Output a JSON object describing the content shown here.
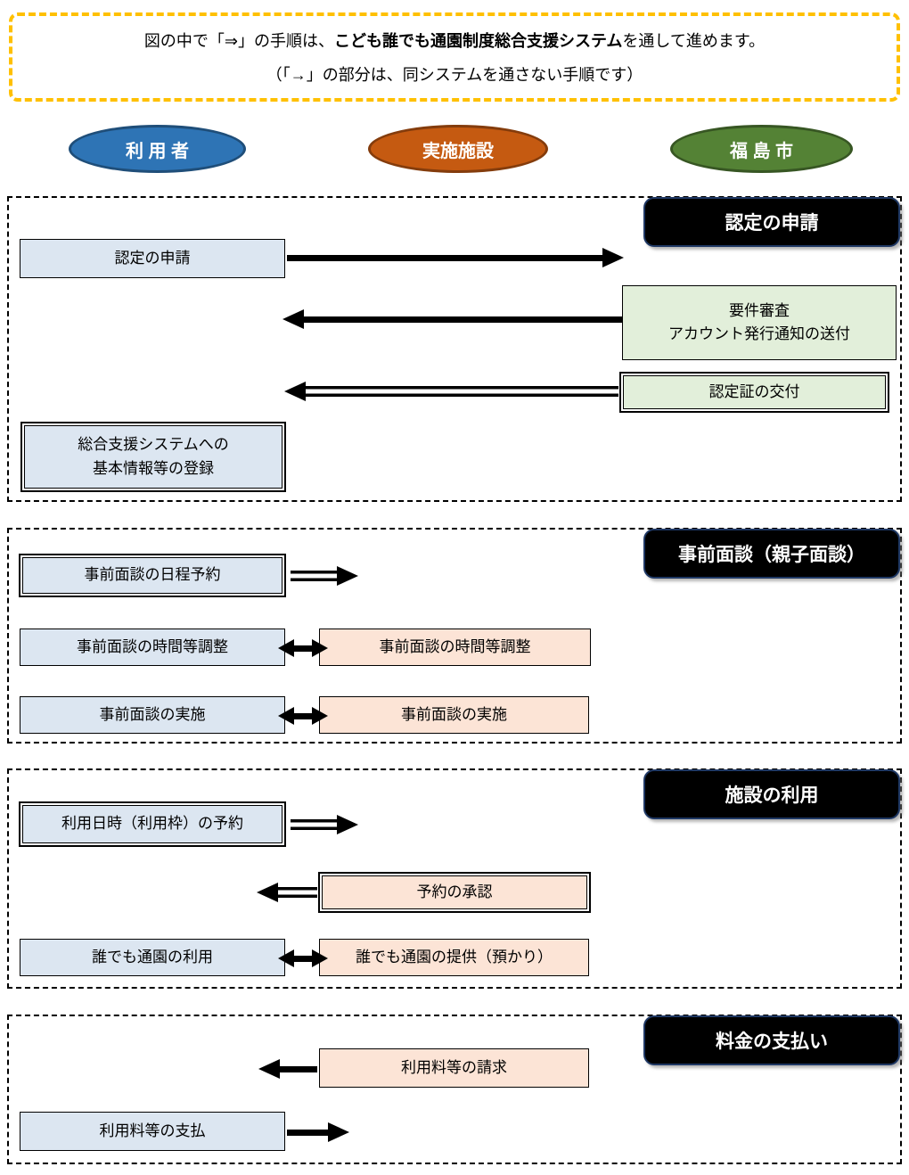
{
  "note": {
    "line1_prefix": "図の中で「⇒」の手順は、",
    "line1_bold": "こども誰でも通園制度総合支援システム",
    "line1_suffix": "を通して進めます。",
    "line2": "（「→」の部分は、同システムを通さない手順です）"
  },
  "actors": {
    "user": {
      "label": "利 用 者",
      "fill": "#2e74b5",
      "border": "#1f4e79"
    },
    "facility": {
      "label": "実施施設",
      "fill": "#c55a11",
      "border": "#843c0c"
    },
    "city": {
      "label": "福 島 市",
      "fill": "#548235",
      "border": "#375623"
    }
  },
  "colors": {
    "note_border": "#ffc000",
    "user_box_fill": "#dce6f1",
    "city_box_fill": "#e2efda",
    "facility_box_fill": "#fce4d6",
    "header_fill": "#000000",
    "header_text": "#ffffff"
  },
  "sections": {
    "certification": {
      "title": "認定の申請",
      "user_apply": "認定の申請",
      "city_review_line1": "要件審査",
      "city_review_line2": "アカウント発行通知の送付",
      "city_certificate": "認定証の交付",
      "user_register_line1": "総合支援システムへの",
      "user_register_line2": "基本情報等の登録"
    },
    "interview": {
      "title": "事前面談（親子面談）",
      "user_schedule": "事前面談の日程予約",
      "user_adjust": "事前面談の時間等調整",
      "facility_adjust": "事前面談の時間等調整",
      "user_conduct": "事前面談の実施",
      "facility_conduct": "事前面談の実施"
    },
    "usage": {
      "title": "施設の利用",
      "user_reserve": "利用日時（利用枠）の予約",
      "facility_approve": "予約の承認",
      "user_attend": "誰でも通園の利用",
      "facility_provide": "誰でも通園の提供（預かり）"
    },
    "payment": {
      "title": "料金の支払い",
      "facility_bill": "利用料等の請求",
      "user_pay": "利用料等の支払"
    }
  }
}
